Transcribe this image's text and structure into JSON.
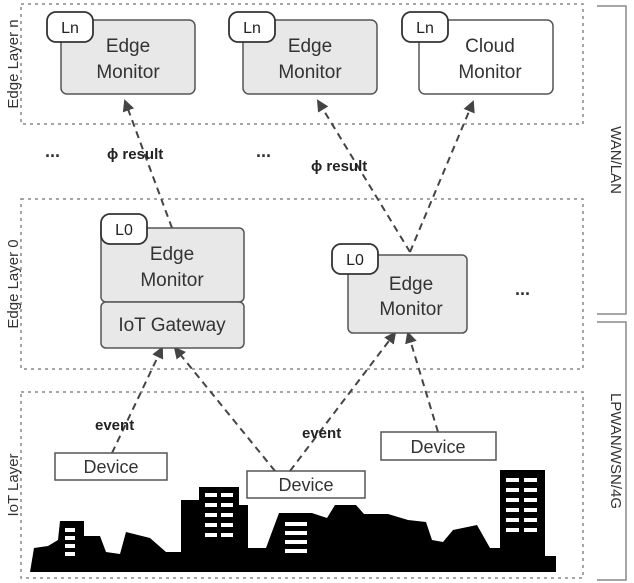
{
  "layers": {
    "edge_n": "Edge Layer n",
    "edge_0": "Edge Layer 0",
    "iot": "IoT Layer"
  },
  "networks": {
    "wan_lan": "WAN/LAN",
    "lpwan": "LPWAN/WSN/4G"
  },
  "level_badges": {
    "ln": "Ln",
    "l0": "L0"
  },
  "monitors": {
    "edge_monitor_line1": "Edge",
    "edge_monitor_line2": "Monitor",
    "cloud_monitor_line1": "Cloud",
    "cloud_monitor_line2": "Monitor"
  },
  "gateway": "IoT Gateway",
  "device": "Device",
  "labels": {
    "phi_result": "ϕ result",
    "event": "event",
    "ellipsis": "..."
  },
  "colors": {
    "monitor_fill": "#e8e8e8",
    "cloud_fill": "#ffffff",
    "stroke": "#555555",
    "city": "#000000"
  }
}
